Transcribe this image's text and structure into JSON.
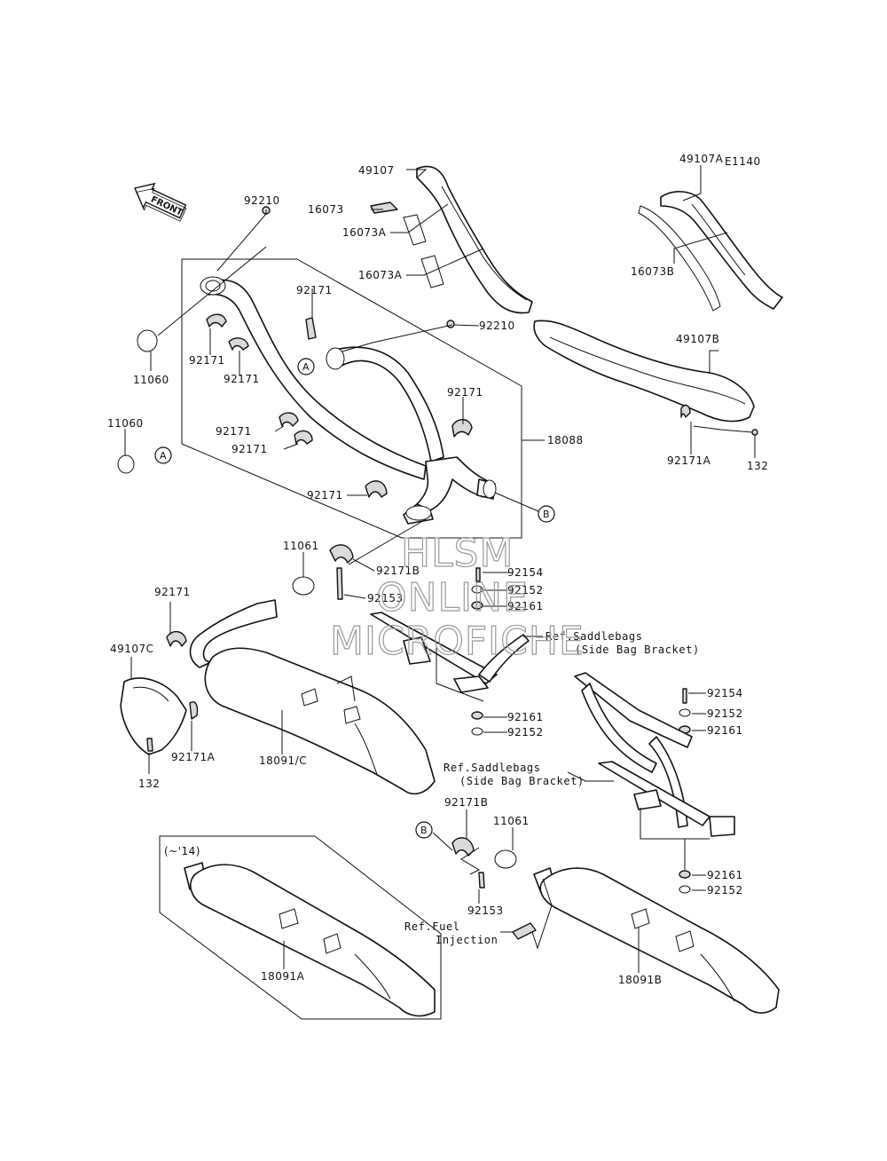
{
  "diagram_code": "E1140",
  "front_label": "FRONT",
  "watermark": [
    "HLSM",
    "ONLINE",
    "MICROFICHE"
  ],
  "model_note": "(~'14)",
  "markers": {
    "a": "A",
    "b": "B"
  },
  "labels": {
    "p49107": "49107",
    "p49107A": "49107A",
    "p49107B": "49107B",
    "p49107C": "49107C",
    "p16073": "16073",
    "p16073A_1": "16073A",
    "p16073A_2": "16073A",
    "p16073B": "16073B",
    "p92210_1": "92210",
    "p92210_2": "92210",
    "p92171_1": "92171",
    "p92171_2": "92171",
    "p92171_3": "92171",
    "p92171_4": "92171",
    "p92171_5": "92171",
    "p92171_6": "92171",
    "p92171_7": "92171",
    "p92171_8": "92171",
    "p92171A_1": "92171A",
    "p92171A_2": "92171A",
    "p92171B_1": "92171B",
    "p92171B_2": "92171B",
    "p11060_1": "11060",
    "p11060_2": "11060",
    "p11061_1": "11061",
    "p11061_2": "11061",
    "p18088": "18088",
    "p18091C": "18091/C",
    "p18091A": "18091A",
    "p18091B": "18091B",
    "p92153_1": "92153",
    "p92153_2": "92153",
    "p92154_1": "92154",
    "p92154_2": "92154",
    "p92152_1": "92152",
    "p92152_2": "92152",
    "p92152_3": "92152",
    "p92152_4": "92152",
    "p92161_1": "92161",
    "p92161_2": "92161",
    "p92161_3": "92161",
    "p92161_4": "92161",
    "p132_1": "132",
    "p132_2": "132"
  },
  "refs": {
    "saddlebags1_l1": "Ref.Saddlebags",
    "saddlebags1_l2": "(Side Bag Bracket)",
    "saddlebags2_l1": "Ref.Saddlebags",
    "saddlebags2_l2": "(Side Bag Bracket)",
    "fuel_l1": "Ref.Fuel",
    "fuel_l2": "Injection"
  }
}
